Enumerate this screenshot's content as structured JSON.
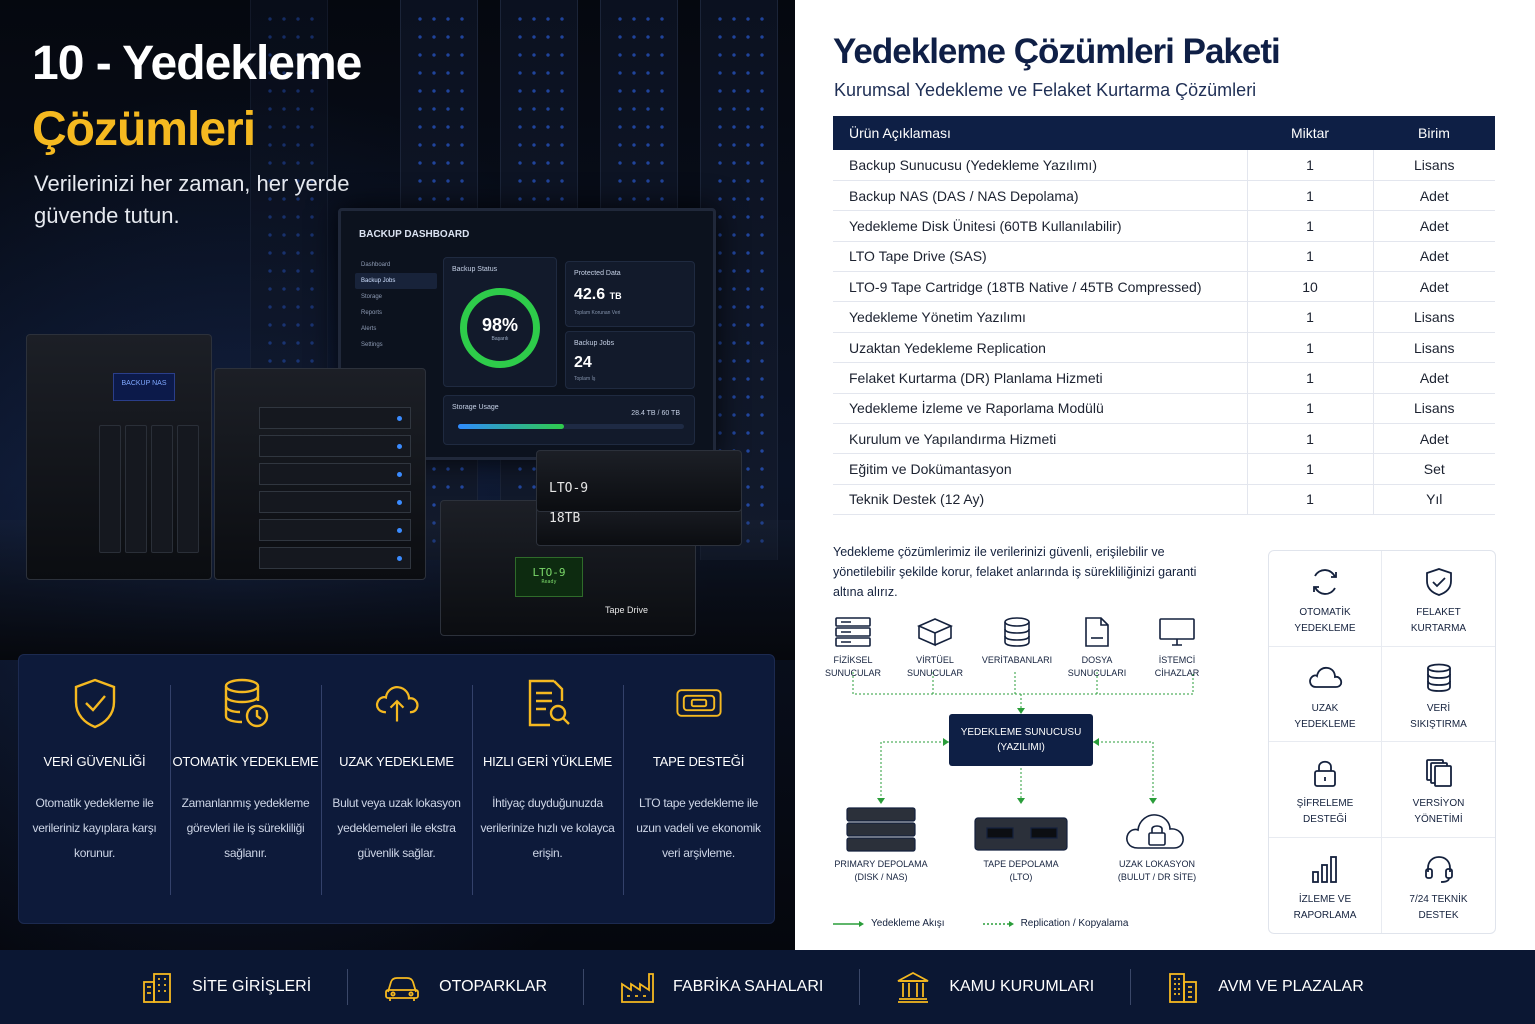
{
  "hero": {
    "title_line1": "10 - Yedekleme",
    "title_line2": "Çözümleri",
    "subtitle": "Verilerinizi her zaman, her yerde güvende tutun."
  },
  "dashboard": {
    "title": "BACKUP DASHBOARD",
    "nav": [
      "Dashboard",
      "Backup Jobs",
      "Storage",
      "Reports",
      "Alerts",
      "Settings"
    ],
    "status_label": "Backup Status",
    "status_value": "98%",
    "status_sub": "Başarılı",
    "protected_label": "Protected Data",
    "protected_value": "42.6",
    "protected_unit": "TB",
    "protected_sub": "Toplam Korunan Veri",
    "jobs_label": "Backup Jobs",
    "jobs_value": "24",
    "jobs_sub": "Toplam İş",
    "storage_label": "Storage Usage",
    "storage_value": "28.4 TB / 60 TB",
    "storage_fraction": 0.47
  },
  "devices": {
    "nas_label": "BACKUP NAS",
    "tape_label1": "LTO-9",
    "tape_label2": "18TB",
    "tape_lcd": "LTO-9",
    "tape_lcd_sub": "Ready",
    "tape_drive_label": "Tape Drive"
  },
  "features": [
    {
      "icon": "shield-check-icon",
      "title": "VERİ GÜVENLİĞİ",
      "desc": "Otomatik yedekleme ile verileriniz kayıplara karşı korunur."
    },
    {
      "icon": "database-clock-icon",
      "title": "OTOMATİK YEDEKLEME",
      "desc": "Zamanlanmış yedekleme görevleri ile iş sürekliliği sağlanır."
    },
    {
      "icon": "cloud-upload-icon",
      "title": "UZAK YEDEKLEME",
      "desc": "Bulut veya uzak lokasyon yedeklemeleri ile ekstra güvenlik sağlar."
    },
    {
      "icon": "document-search-icon",
      "title": "HIZLI GERİ YÜKLEME",
      "desc": "İhtiyaç duyduğunuzda verilerinize hızlı ve kolayca erişin."
    },
    {
      "icon": "tape-icon",
      "title": "TAPE DESTEĞİ",
      "desc": "LTO tape yedekleme ile uzun vadeli ve ekonomik veri arşivleme."
    }
  ],
  "package": {
    "title": "Yedekleme Çözümleri Paketi",
    "subtitle": "Kurumsal Yedekleme ve Felaket Kurtarma Çözümleri",
    "headers": [
      "Ürün Açıklaması",
      "Miktar",
      "Birim"
    ],
    "rows": [
      [
        "Backup Sunucusu (Yedekleme Yazılımı)",
        "1",
        "Lisans"
      ],
      [
        "Backup NAS (DAS / NAS Depolama)",
        "1",
        "Adet"
      ],
      [
        "Yedekleme Disk Ünitesi (60TB Kullanılabilir)",
        "1",
        "Adet"
      ],
      [
        "LTO Tape Drive (SAS)",
        "1",
        "Adet"
      ],
      [
        "LTO-9 Tape Cartridge (18TB Native / 45TB Compressed)",
        "10",
        "Adet"
      ],
      [
        "Yedekleme Yönetim Yazılımı",
        "1",
        "Lisans"
      ],
      [
        "Uzaktan Yedekleme Replication",
        "1",
        "Lisans"
      ],
      [
        "Felaket Kurtarma (DR) Planlama Hizmeti",
        "1",
        "Adet"
      ],
      [
        "Yedekleme İzleme ve Raporlama Modülü",
        "1",
        "Lisans"
      ],
      [
        "Kurulum ve Yapılandırma Hizmeti",
        "1",
        "Adet"
      ],
      [
        "Eğitim ve Dokümantasyon",
        "1",
        "Set"
      ],
      [
        "Teknik Destek (12 Ay)",
        "1",
        "Yıl"
      ]
    ]
  },
  "intro": "Yedekleme çözümlerimiz ile verilerinizi güvenli, erişilebilir ve yönetilebilir şekilde korur, felaket anlarında iş sürekliliğinizi garanti altına alırız.",
  "diagram": {
    "sources": [
      {
        "icon": "physical-server-icon",
        "l1": "FİZİKSEL",
        "l2": "SUNUCULAR"
      },
      {
        "icon": "virtual-server-icon",
        "l1": "VİRTÜEL",
        "l2": "SUNUCULAR"
      },
      {
        "icon": "database-icon",
        "l1": "VERİTABANLARI",
        "l2": ""
      },
      {
        "icon": "file-icon",
        "l1": "DOSYA",
        "l2": "SUNUCULARI"
      },
      {
        "icon": "monitor-icon",
        "l1": "İSTEMCİ",
        "l2": "CİHAZLAR"
      }
    ],
    "server_l1": "YEDEKLEME SUNUCUSU",
    "server_l2": "(YAZILIMI)",
    "targets": [
      {
        "icon": "disk-storage-icon",
        "l1": "PRIMARY DEPOLAMA",
        "l2": "(DISK / NAS)"
      },
      {
        "icon": "tape-storage-icon",
        "l1": "TAPE DEPOLAMA",
        "l2": "(LTO)"
      },
      {
        "icon": "cloud-lock-icon",
        "l1": "UZAK LOKASYON",
        "l2": "(BULUT / DR SİTE)"
      }
    ],
    "legend_backup": "Yedekleme Akışı",
    "legend_replication": "Replication / Kopyalama",
    "color_flow": "#2a9d3a"
  },
  "capabilities": [
    {
      "icon": "sync-icon",
      "l1": "OTOMATİK",
      "l2": "YEDEKLEME"
    },
    {
      "icon": "shield-check-icon",
      "l1": "FELAKET",
      "l2": "KURTARMA"
    },
    {
      "icon": "cloud-icon",
      "l1": "UZAK",
      "l2": "YEDEKLEME"
    },
    {
      "icon": "database-icon",
      "l1": "VERİ",
      "l2": "SIKIŞTIRMA"
    },
    {
      "icon": "lock-icon",
      "l1": "ŞİFRELEME",
      "l2": "DESTEĞİ"
    },
    {
      "icon": "versions-icon",
      "l1": "VERSİYON",
      "l2": "YÖNETİMİ"
    },
    {
      "icon": "bar-chart-icon",
      "l1": "İZLEME VE",
      "l2": "RAPORLAMA"
    },
    {
      "icon": "headset-icon",
      "l1": "7/24 TEKNİK",
      "l2": "DESTEK"
    }
  ],
  "bottom": [
    {
      "icon": "building-icon",
      "label": "SİTE GİRİŞLERİ"
    },
    {
      "icon": "car-icon",
      "label": "OTOPARKLAR"
    },
    {
      "icon": "factory-icon",
      "label": "FABRİKA SAHALARI"
    },
    {
      "icon": "government-icon",
      "label": "KAMU KURUMLARI"
    },
    {
      "icon": "skyscraper-icon",
      "label": "AVM VE PLAZALAR"
    }
  ],
  "colors": {
    "accent": "#f5b920",
    "navy": "#0e1f45",
    "ring": "#2ecc4a"
  }
}
